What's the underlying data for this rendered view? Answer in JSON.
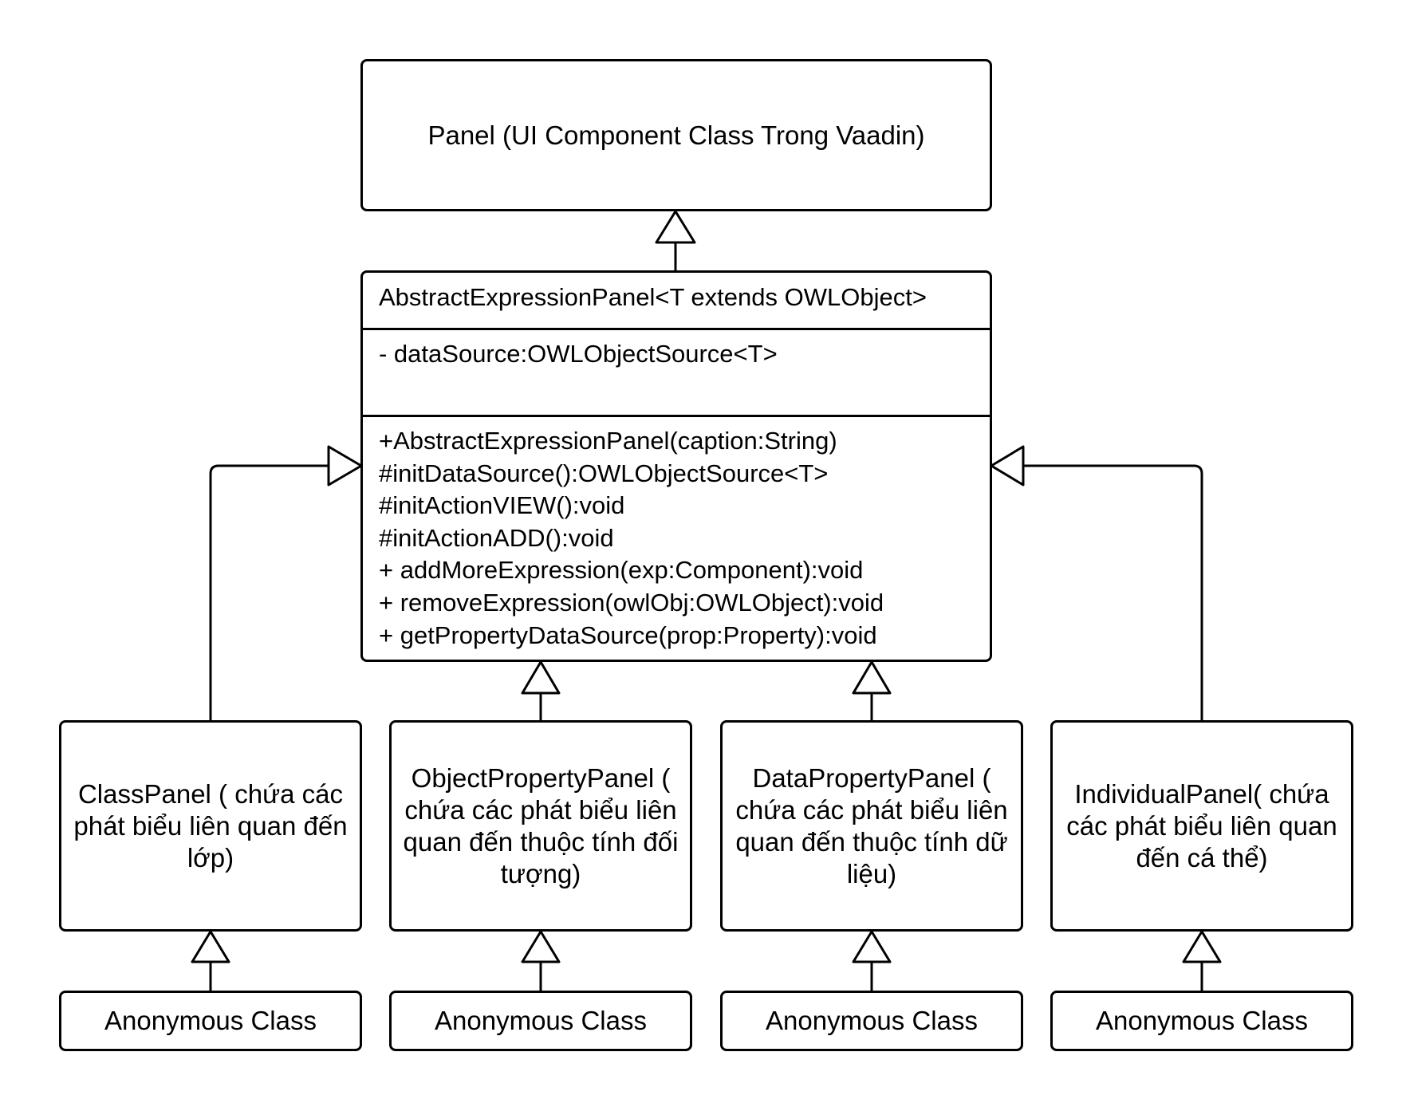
{
  "panel": {
    "label": "Panel (UI Component Class Trong Vaadin)"
  },
  "abstract": {
    "name": "AbstractExpressionPanel<T extends OWLObject>",
    "attributes": [
      "- dataSource:OWLObjectSource<T>"
    ],
    "methods": [
      "+AbstractExpressionPanel(caption:String)",
      "#initDataSource():OWLObjectSource<T>",
      "#initActionVIEW():void",
      "#initActionADD():void",
      "+ addMoreExpression(exp:Component):void",
      "+ removeExpression(owlObj:OWLObject):void",
      "+ getPropertyDataSource(prop:Property):void"
    ]
  },
  "subclasses": [
    {
      "label": "ClassPanel ( chứa các phát biểu liên quan đến lớp)"
    },
    {
      "label": "ObjectPropertyPanel ( chứa các phát biểu liên quan đến thuộc tính đối tượng)"
    },
    {
      "label": "DataPropertyPanel ( chứa các phát biểu liên quan đến thuộc tính dữ liệu)"
    },
    {
      "label": "IndividualPanel( chứa các phát biểu liên quan đến cá thể)"
    }
  ],
  "anonymous": [
    {
      "label": "Anonymous Class"
    },
    {
      "label": "Anonymous Class"
    },
    {
      "label": "Anonymous Class"
    },
    {
      "label": "Anonymous Class"
    }
  ]
}
